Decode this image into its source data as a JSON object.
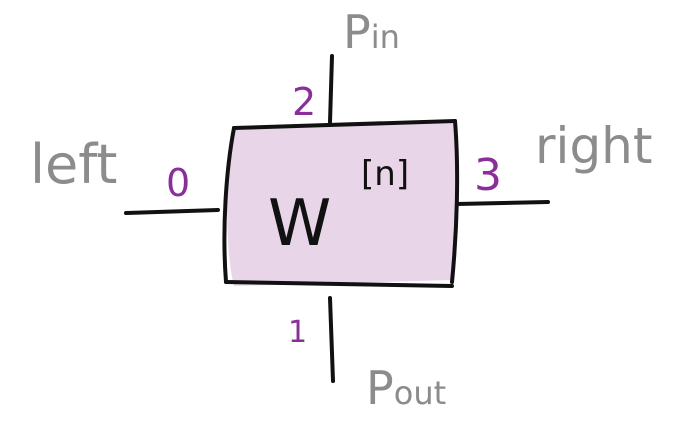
{
  "tensor": {
    "symbol": "W",
    "superscript": "[n]"
  },
  "legs": {
    "left": {
      "label": "left",
      "index": "0"
    },
    "top": {
      "label_main": "P",
      "label_sub": "in",
      "index": "2"
    },
    "right": {
      "label": "right",
      "index": "3"
    },
    "bottom": {
      "label_main": "P",
      "label_sub": "out",
      "index": "1"
    }
  },
  "colors": {
    "box_fill": "#e8d6e8",
    "outline": "#111111",
    "index_color": "#8a2f9a",
    "label_color": "#8c8c8c"
  }
}
